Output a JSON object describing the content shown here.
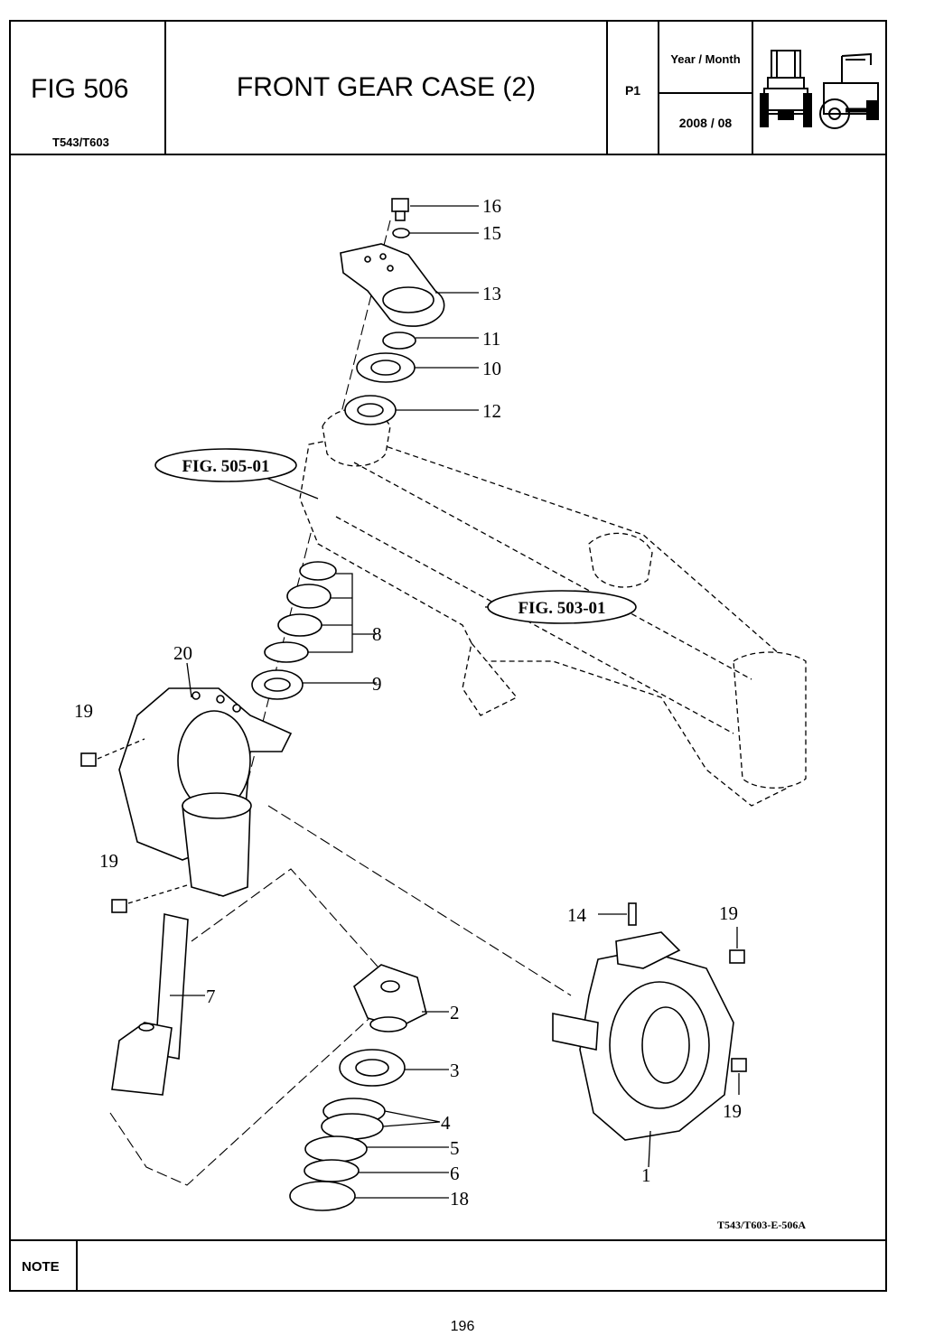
{
  "header": {
    "fig_number": "FIG 506",
    "model": "T543/T603",
    "title": "FRONT GEAR CASE (2)",
    "page": "P1",
    "year_month_label": "Year / Month",
    "year_month_value": "2008 / 08"
  },
  "diagram": {
    "callouts": [
      "16",
      "15",
      "13",
      "11",
      "10",
      "12",
      "8",
      "9",
      "20",
      "19",
      "19",
      "7",
      "2",
      "3",
      "4",
      "5",
      "6",
      "18",
      "14",
      "19",
      "19",
      "1"
    ],
    "references": [
      "FIG. 505-01",
      "FIG. 503-01"
    ],
    "drawing_code": "T543/T603-E-506A"
  },
  "note": {
    "label": "NOTE"
  },
  "footer": {
    "page_number": "196"
  }
}
